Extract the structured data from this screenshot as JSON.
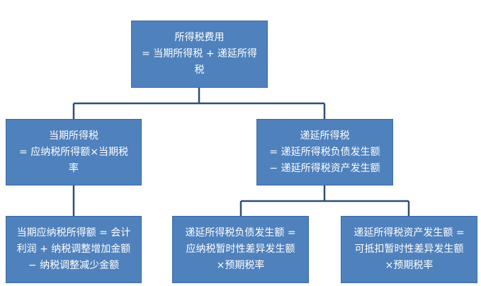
{
  "diagram": {
    "root": {
      "title": "所得税费用",
      "formula_line1": "= 当期所得税 + 递延所得",
      "formula_line2": "税"
    },
    "current_tax": {
      "title": "当期所得税",
      "formula_line1": "= 应纳税所得额×当期税",
      "formula_line2": "率"
    },
    "deferred_tax": {
      "title": "递延所得税",
      "formula_line1": "= 递延所得税负债发生额",
      "formula_line2": "− 递延所得税资产发生额"
    },
    "taxable_income": {
      "line1": "当期应纳税所得额 = 会计",
      "line2": "利润 + 纳税调整增加金额",
      "line3": "− 纳税调整减少金额"
    },
    "deferred_liability": {
      "line1": "递延所得税负债发生额 =",
      "line2": "应纳税暂时性差异发生额",
      "line3": "×预期税率"
    },
    "deferred_asset": {
      "line1": "递延所得税资产发生额 =",
      "line2": "可抵扣暂时性差异发生额",
      "line3": "×预期税率"
    },
    "colors": {
      "box_fill": "#4f81bd",
      "box_text": "#ffffff",
      "connector": "#2f4f75"
    }
  }
}
